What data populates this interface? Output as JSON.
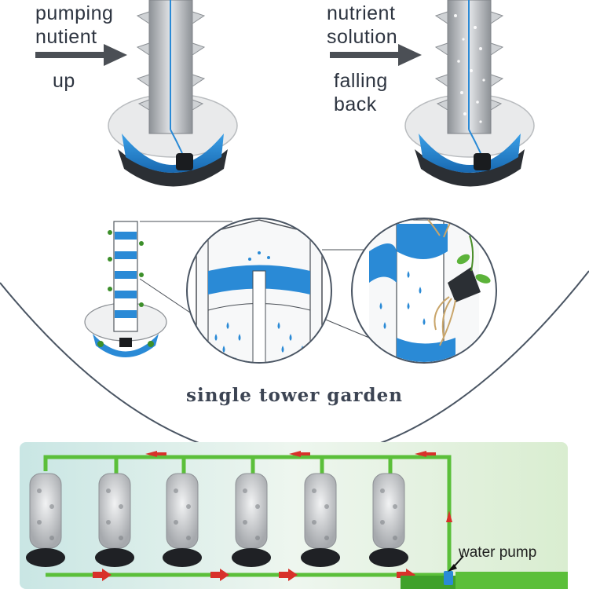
{
  "labels": {
    "left_top_line1": "pumping",
    "left_top_line2": "nutient",
    "left_top_line3": "up",
    "right_top_line1": "nutrient",
    "right_top_line2": "solution",
    "right_top_line3": "falling",
    "right_top_line4": "back",
    "title": "single tower garden",
    "water_pump": "water pump"
  },
  "colors": {
    "water": "#2a8ad6",
    "pipe": "#5bbf3a",
    "flow_arrow": "#d8312a",
    "tower_gray": "#b9bcc0",
    "text": "#2d3440",
    "title_text": "#3c4453"
  },
  "icons": [
    "arrow-right-icon",
    "tower-icon",
    "reservoir-icon",
    "pump-icon",
    "water-drop-icon",
    "plant-icon",
    "flow-arrow-icon"
  ]
}
